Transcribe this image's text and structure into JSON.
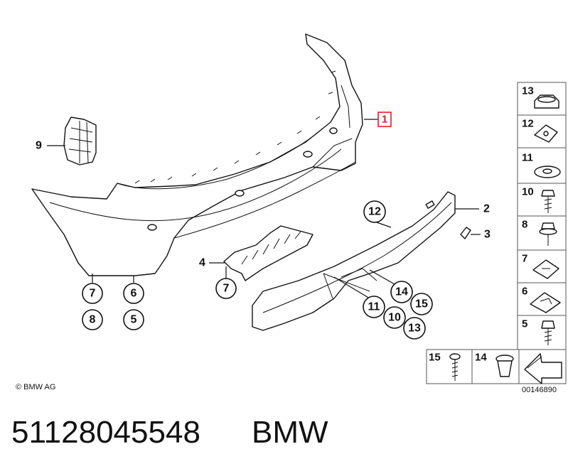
{
  "diagram": {
    "highlighted_part": "1",
    "callouts_circled": [
      "7",
      "8",
      "6",
      "5",
      "7",
      "12",
      "11",
      "10",
      "13",
      "14",
      "15"
    ],
    "callouts_plain": [
      "9",
      "4",
      "2",
      "3"
    ],
    "copyright": "© BMW AG",
    "drawing_number": "00146890",
    "side_panel_items": [
      "13",
      "12",
      "11",
      "10",
      "8",
      "7",
      "6",
      "5"
    ],
    "bottom_panel_items": [
      "15",
      "14"
    ]
  },
  "footer": {
    "part_number": "51128045548",
    "brand": "BMW"
  },
  "colors": {
    "highlight": "#d2232a",
    "line": "#111111"
  }
}
